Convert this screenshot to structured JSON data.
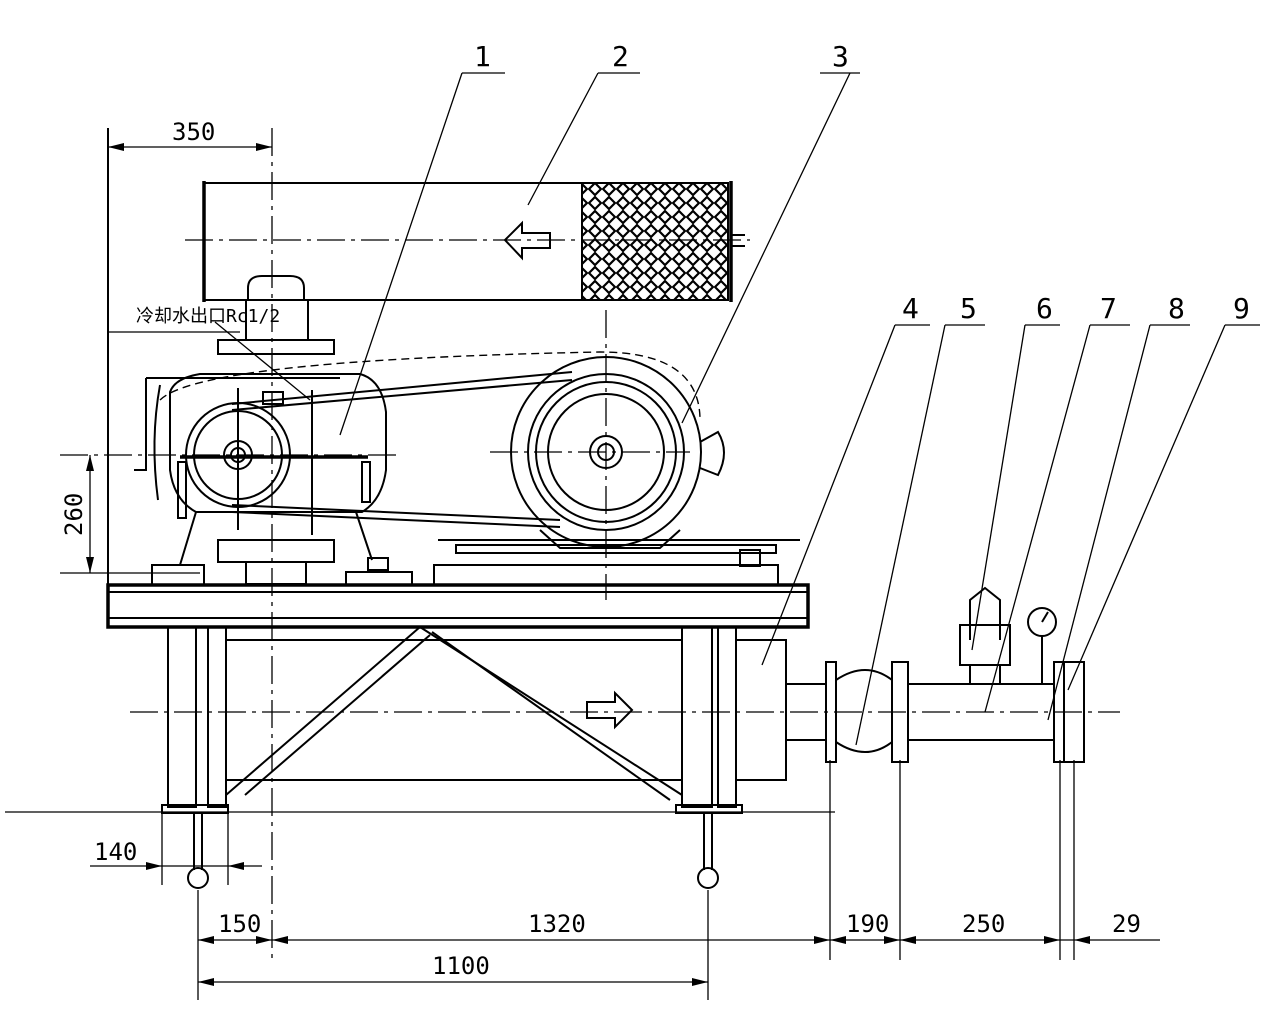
{
  "part_numbers": [
    "1",
    "2",
    "3",
    "4",
    "5",
    "6",
    "7",
    "8",
    "9"
  ],
  "dimensions": {
    "top_offset": "350",
    "height": "260",
    "lifting_lug": "140",
    "d150": "150",
    "d1320": "1320",
    "d190": "190",
    "d250": "250",
    "d29": "29",
    "d1100": "1100"
  },
  "annotations": {
    "cooling_water_outlet": "冷却水出口Rc1/2"
  }
}
